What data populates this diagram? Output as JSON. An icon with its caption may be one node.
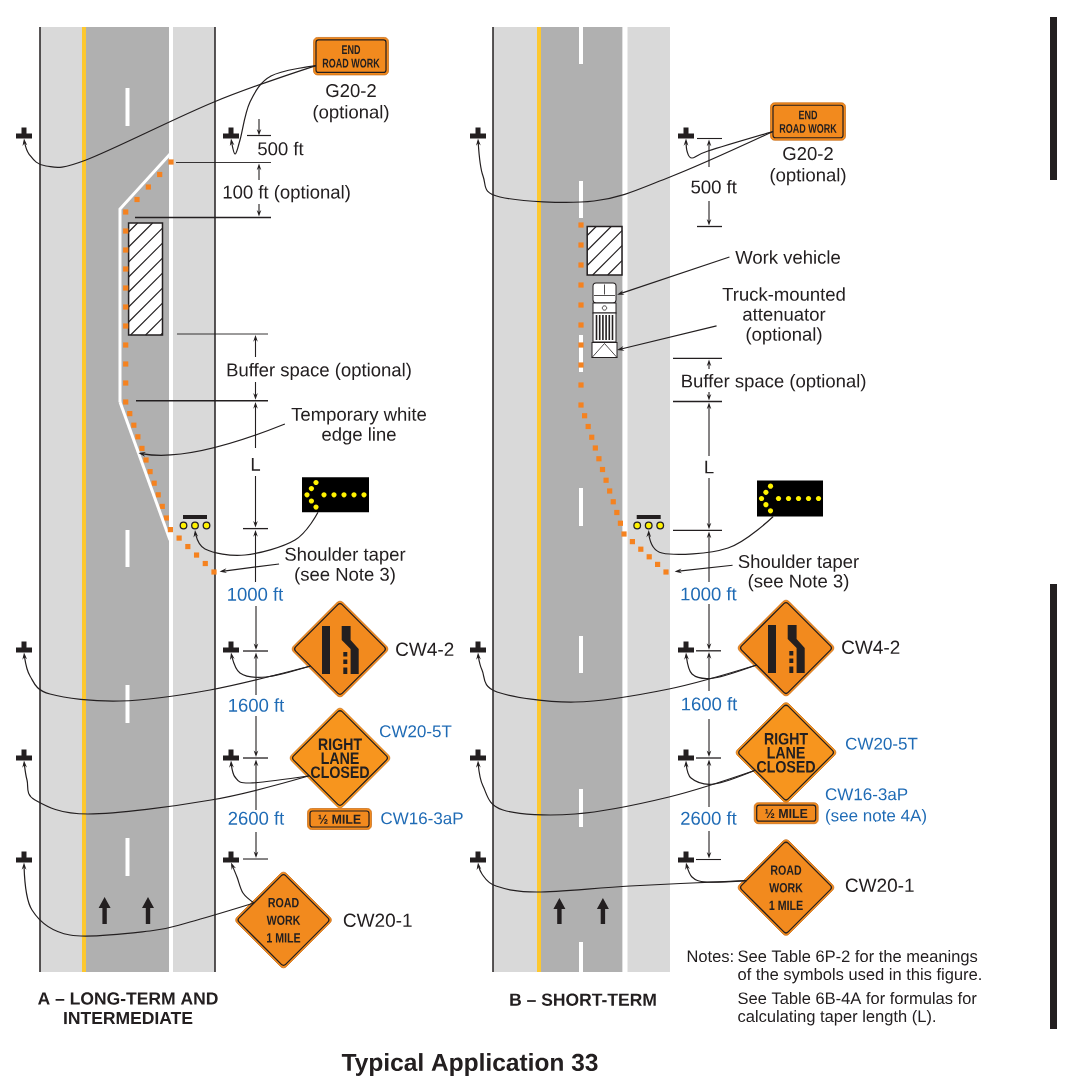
{
  "diagram": {
    "title": "Typical Application 33",
    "nodes": [
      {
        "text": [
          "END ROAD WORK"
        ],
        "beside": [
          "G20-2 (optional)"
        ]
      },
      {
        "text": [],
        "shape": "picture"
      },
      {
        "text": [],
        "shape": "picture"
      },
      {
        "text": [],
        "shape": "picture"
      },
      {
        "text": [],
        "shape": "picture"
      },
      {
        "text": [
          "Temporary white edge line"
        ]
      },
      {
        "text": [
          "Shoulder taper (see Note 3)"
        ]
      },
      {
        "text": [],
        "shape": "diamond",
        "beside": [
          "CW4-2"
        ]
      },
      {
        "text": [],
        "shape": "picture"
      },
      {
        "text": [],
        "shape": "picture"
      },
      {
        "text": [
          "RIGHT LANE CLOSED"
        ],
        "beside": [
          "CW20-5T"
        ]
      },
      {
        "text": [
          "½ MILE"
        ],
        "beside": [
          "CW16-3aP"
        ]
      },
      {
        "text": [],
        "shape": "picture"
      },
      {
        "text": [],
        "shape": "picture"
      },
      {
        "text": [
          "ROAD WORK 1 MILE"
        ],
        "beside": [
          "CW20-1"
        ]
      },
      {
        "text": [],
        "shape": "picture"
      },
      {
        "text": [],
        "shape": "picture"
      },
      {
        "text": [
          "END ROAD WORK"
        ],
        "beside": [
          "G20-2 (optional)"
        ]
      },
      {
        "text": [],
        "shape": "picture"
      },
      {
        "text": [],
        "shape": "picture"
      },
      {
        "text": [
          "Work vehicle"
        ]
      },
      {
        "text": [],
        "shape": "picture"
      },
      {
        "text": [
          "Truck-mounted attenuator (optional)"
        ]
      },
      {
        "text": [],
        "shape": "picture"
      },
      {
        "text": [],
        "shape": "picture"
      },
      {
        "text": [
          "Shoulder taper (see Note 3)"
        ]
      },
      {
        "text": [],
        "shape": "diamond",
        "beside": [
          "CW4-2"
        ]
      },
      {
        "text": [],
        "shape": "picture"
      },
      {
        "text": [],
        "shape": "picture"
      },
      {
        "text": [
          "RIGHT LANE CLOSED"
        ],
        "beside": [
          "CW20-5T"
        ]
      },
      {
        "text": [
          "½ MILE"
        ],
        "beside": [
          "CW16-3aP (see note 4A)"
        ]
      },
      {
        "text": [],
        "shape": "picture"
      },
      {
        "text": [],
        "shape": "picture"
      },
      {
        "text": [
          "ROAD WORK 1 MILE"
        ],
        "beside": [
          "CW20-1"
        ]
      },
      {
        "text": [],
        "shape": "picture"
      },
      {
        "text": [],
        "shape": "picture"
      },
      {
        "text": [],
        "shape": "line"
      },
      {
        "text": [],
        "shape": "line"
      },
      {
        "text": [],
        "shape": "box"
      },
      {
        "text": [],
        "shape": "line"
      }
    ],
    "edges": [
      {
        "from": 0,
        "to": 1,
        "arrow": "to"
      },
      {
        "from": 0,
        "to": 2,
        "arrow": "to"
      },
      {
        "from": 3,
        "to": 4,
        "arrow": "to"
      },
      {
        "from": 5,
        "to": 36,
        "arrow": "to"
      },
      {
        "from": 6,
        "to": 37,
        "arrow": "to"
      },
      {
        "from": 7,
        "to": 8,
        "arrow": "to"
      },
      {
        "from": 7,
        "to": 9,
        "arrow": "to"
      },
      {
        "from": 10,
        "to": 12,
        "arrow": "to"
      },
      {
        "from": 10,
        "to": 13,
        "arrow": "to"
      },
      {
        "from": 14,
        "to": 15,
        "arrow": "to"
      },
      {
        "from": 14,
        "to": 16,
        "arrow": "to"
      },
      {
        "from": 17,
        "to": 18,
        "arrow": "to"
      },
      {
        "from": 17,
        "to": 19,
        "arrow": "to"
      },
      {
        "from": 20,
        "to": 21,
        "arrow": "to"
      },
      {
        "from": 22,
        "to": 38,
        "arrow": "to"
      },
      {
        "from": 23,
        "to": 24,
        "arrow": "to"
      },
      {
        "from": 25,
        "to": 39,
        "arrow": "to"
      },
      {
        "from": 26,
        "to": 27,
        "arrow": "to"
      },
      {
        "from": 26,
        "to": 28,
        "arrow": "to"
      },
      {
        "from": 29,
        "to": 31,
        "arrow": "to"
      },
      {
        "from": 29,
        "to": 32,
        "arrow": "to"
      },
      {
        "from": 33,
        "to": 34,
        "arrow": "to"
      },
      {
        "from": 33,
        "to": 35,
        "arrow": "to"
      }
    ],
    "labels": [
      "500 ft",
      "100 ft (optional)",
      "Buffer space (optional)",
      "L",
      "1000 ft",
      "1600 ft",
      "2600 ft",
      "A – LONG-TERM AND INTERMEDIATE",
      "500 ft",
      "Buffer space (optional)",
      "L",
      "1000 ft",
      "1600 ft",
      "2600 ft",
      "B – SHORT-TERM",
      "Notes:",
      "See Table 6P-2 for the meanings of the symbols used in this figure.",
      "See Table 6B-4A for formulas for calculating taper length (L)."
    ]
  }
}
